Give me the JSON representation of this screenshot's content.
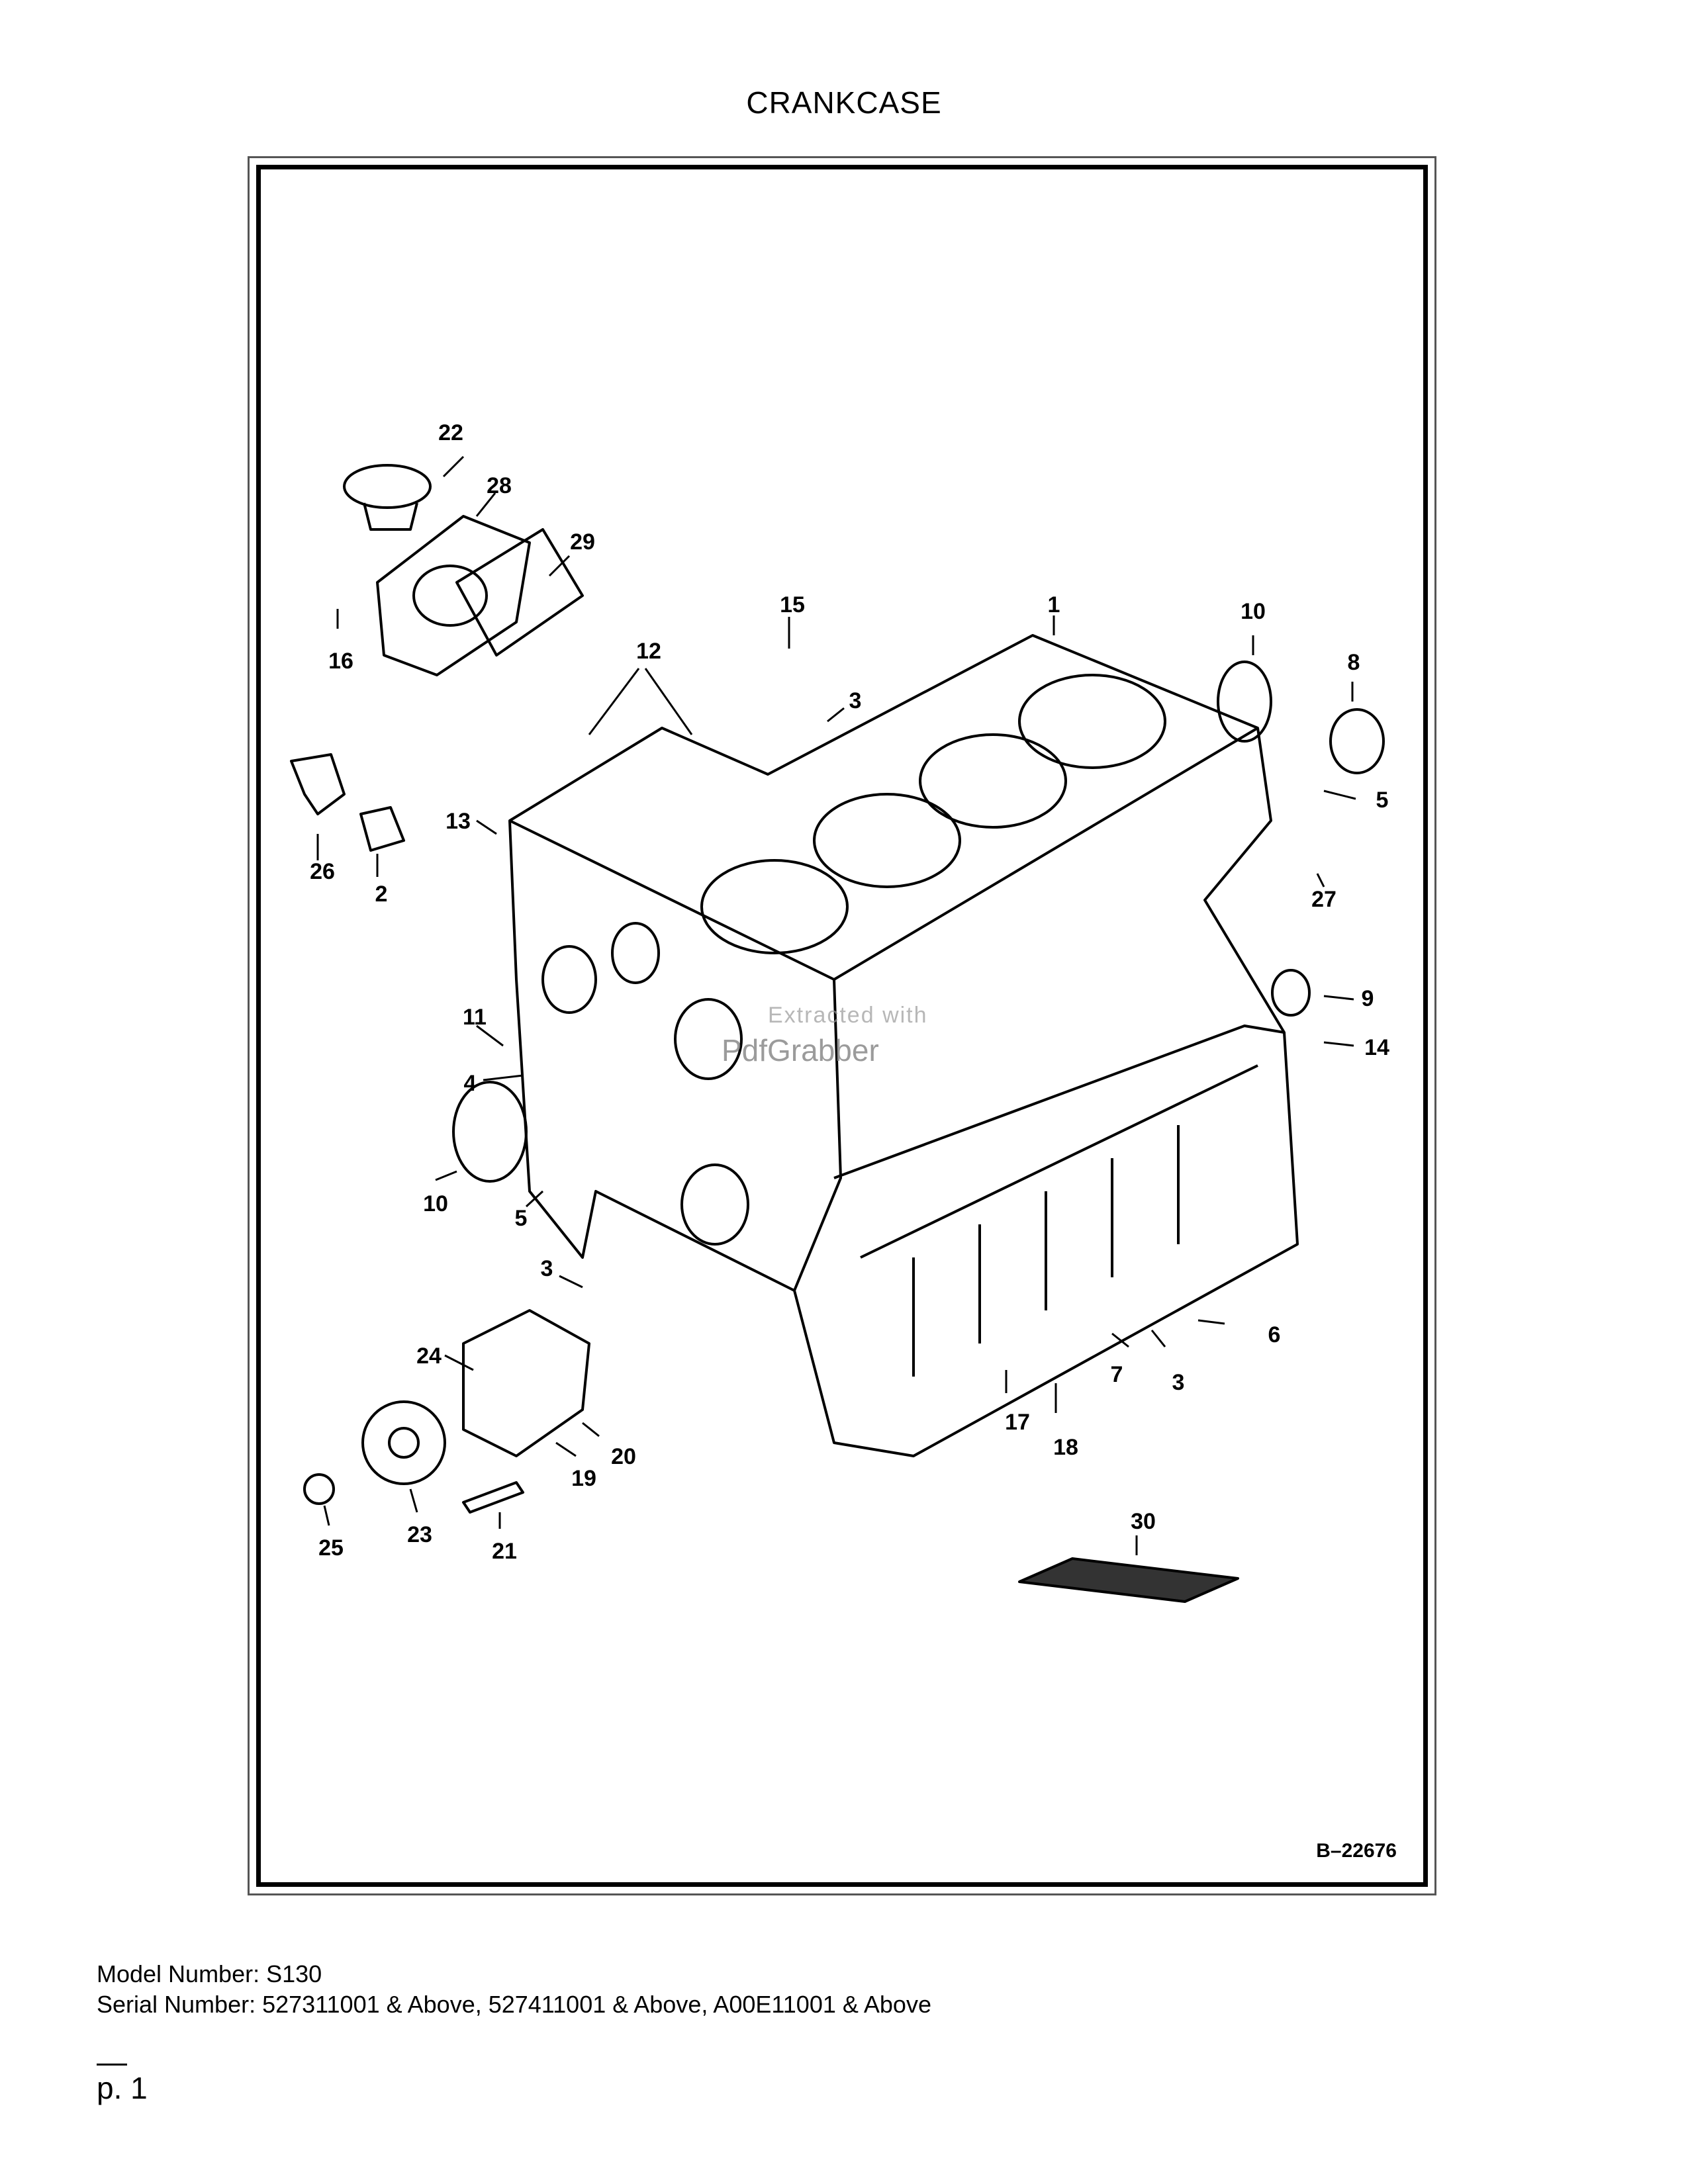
{
  "page_title": "CRANKCASE",
  "figure_ref": "B–22676",
  "watermark": {
    "line1": "Extracted with",
    "line2": "PdfGrabber"
  },
  "callouts": [
    {
      "label": "22"
    },
    {
      "label": "28"
    },
    {
      "label": "29"
    },
    {
      "label": "16"
    },
    {
      "label": "15"
    },
    {
      "label": "1"
    },
    {
      "label": "10"
    },
    {
      "label": "8"
    },
    {
      "label": "12"
    },
    {
      "label": "3"
    },
    {
      "label": "5"
    },
    {
      "label": "27"
    },
    {
      "label": "13"
    },
    {
      "label": "26"
    },
    {
      "label": "2"
    },
    {
      "label": "9"
    },
    {
      "label": "11"
    },
    {
      "label": "14"
    },
    {
      "label": "4"
    },
    {
      "label": "10"
    },
    {
      "label": "5"
    },
    {
      "label": "3"
    },
    {
      "label": "6"
    },
    {
      "label": "7"
    },
    {
      "label": "3"
    },
    {
      "label": "24"
    },
    {
      "label": "17"
    },
    {
      "label": "18"
    },
    {
      "label": "20"
    },
    {
      "label": "19"
    },
    {
      "label": "25"
    },
    {
      "label": "23"
    },
    {
      "label": "21"
    },
    {
      "label": "30"
    }
  ],
  "model_line": "Model Number: S130",
  "serial_line": "Serial Number: 527311001 & Above, 527411001 & Above, A00E11001 & Above",
  "page_number": "p. 1"
}
